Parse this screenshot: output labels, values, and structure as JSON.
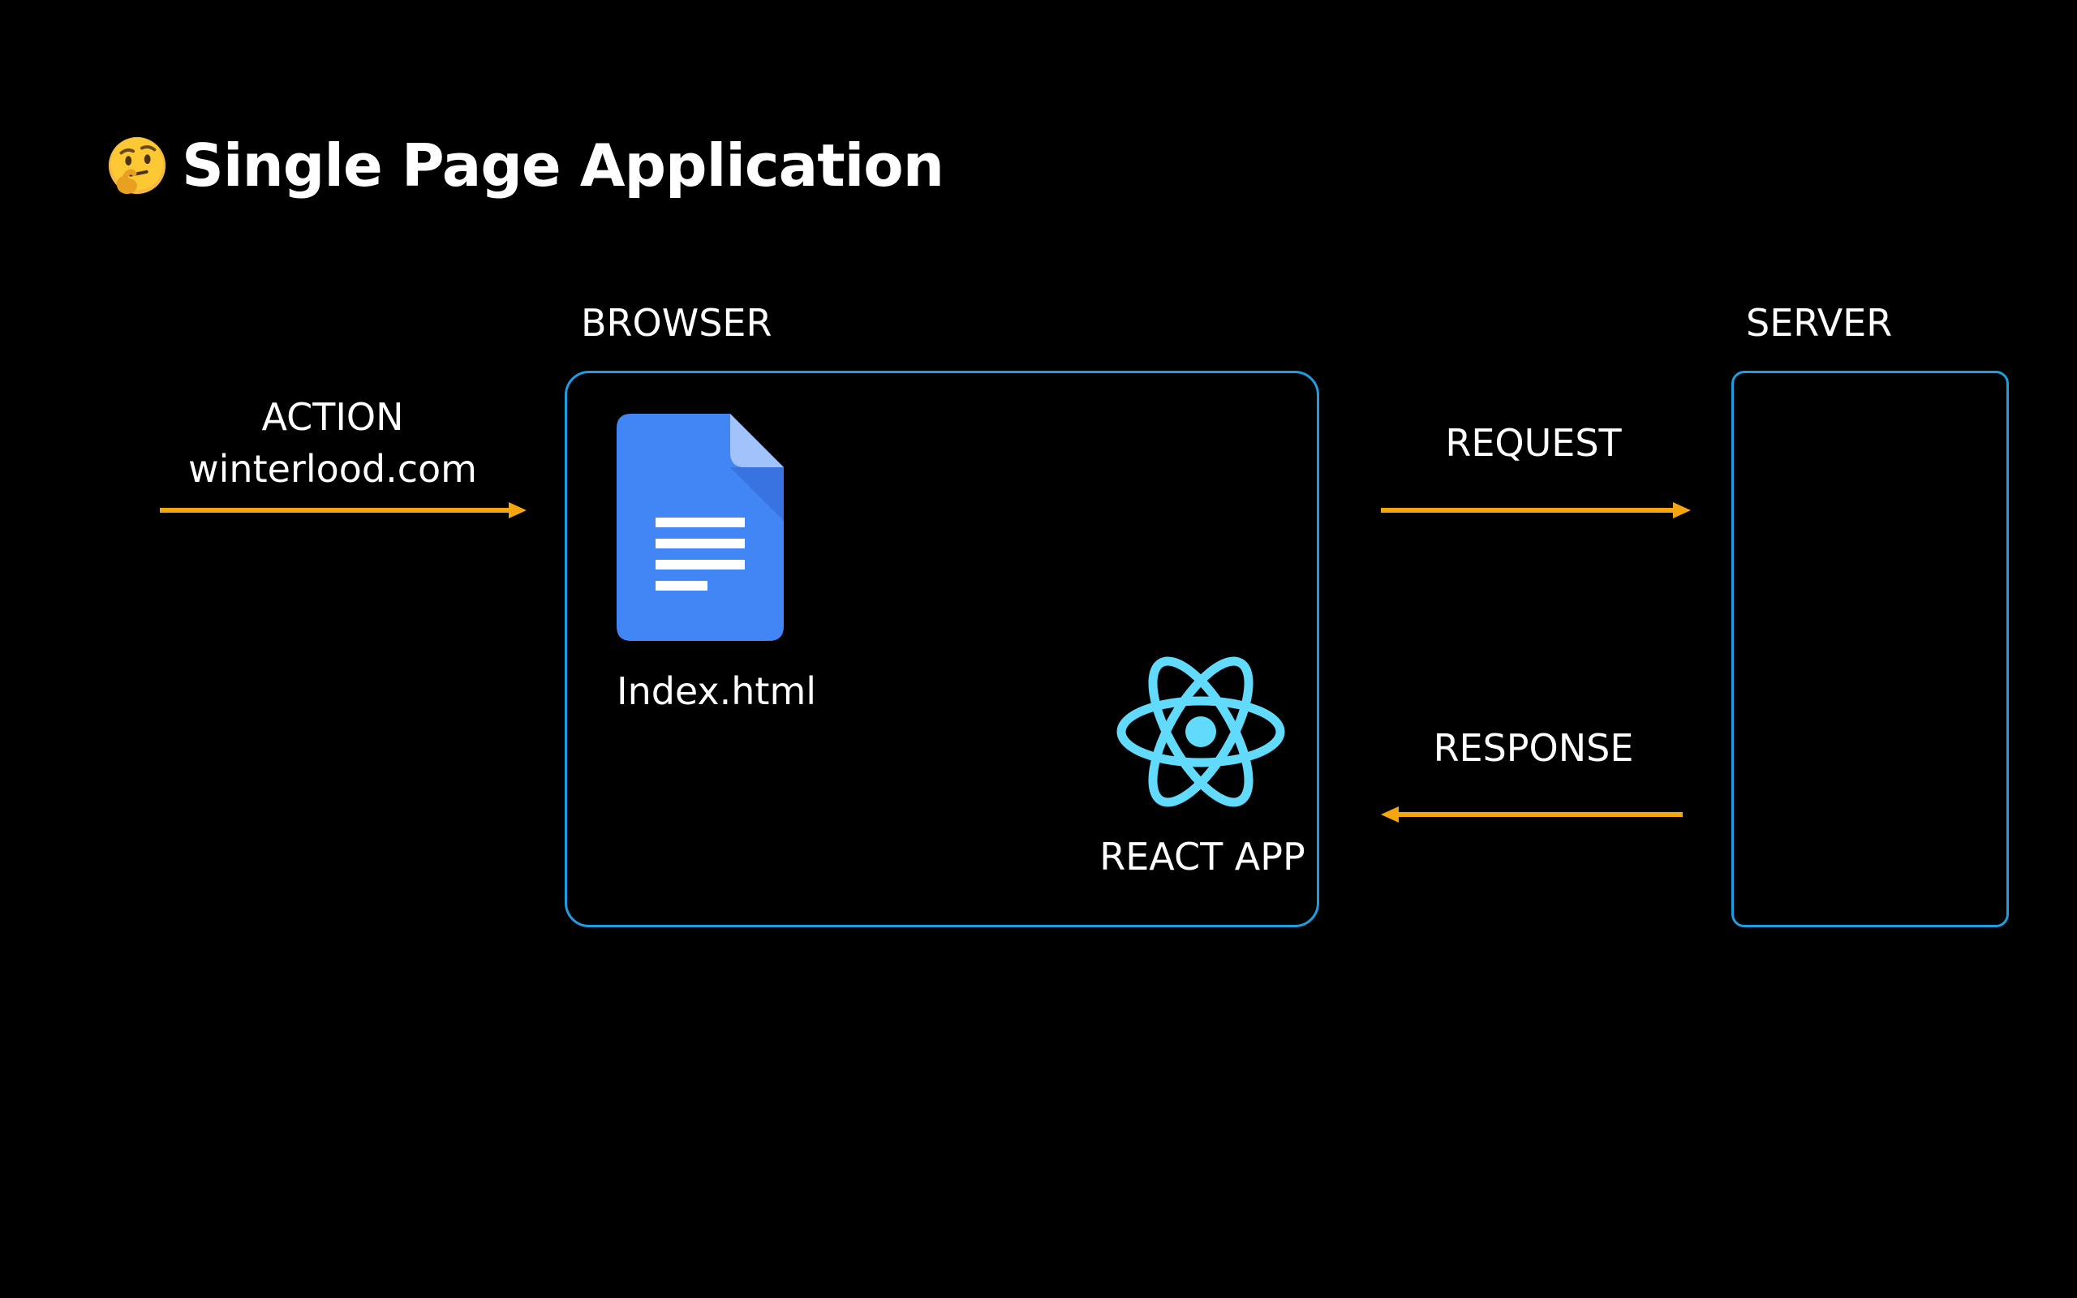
{
  "title": "Single Page Application",
  "icons": {
    "title_emoji": "thinking-face-icon",
    "document": "document-icon",
    "react": "react-logo-icon"
  },
  "action": {
    "label": "ACTION",
    "url": "winterlood.com"
  },
  "browser": {
    "label": "BROWSER",
    "file_label": "Index.html",
    "app_label": "REACT APP"
  },
  "server": {
    "label": "SERVER"
  },
  "request_label": "REQUEST",
  "response_label": "RESPONSE",
  "colors": {
    "background": "#000000",
    "box_border": "#1e9ee0",
    "arrow": "#f5a50f",
    "react": "#61dafb",
    "doc_blue": "#4285f4",
    "text": "#ffffff"
  }
}
